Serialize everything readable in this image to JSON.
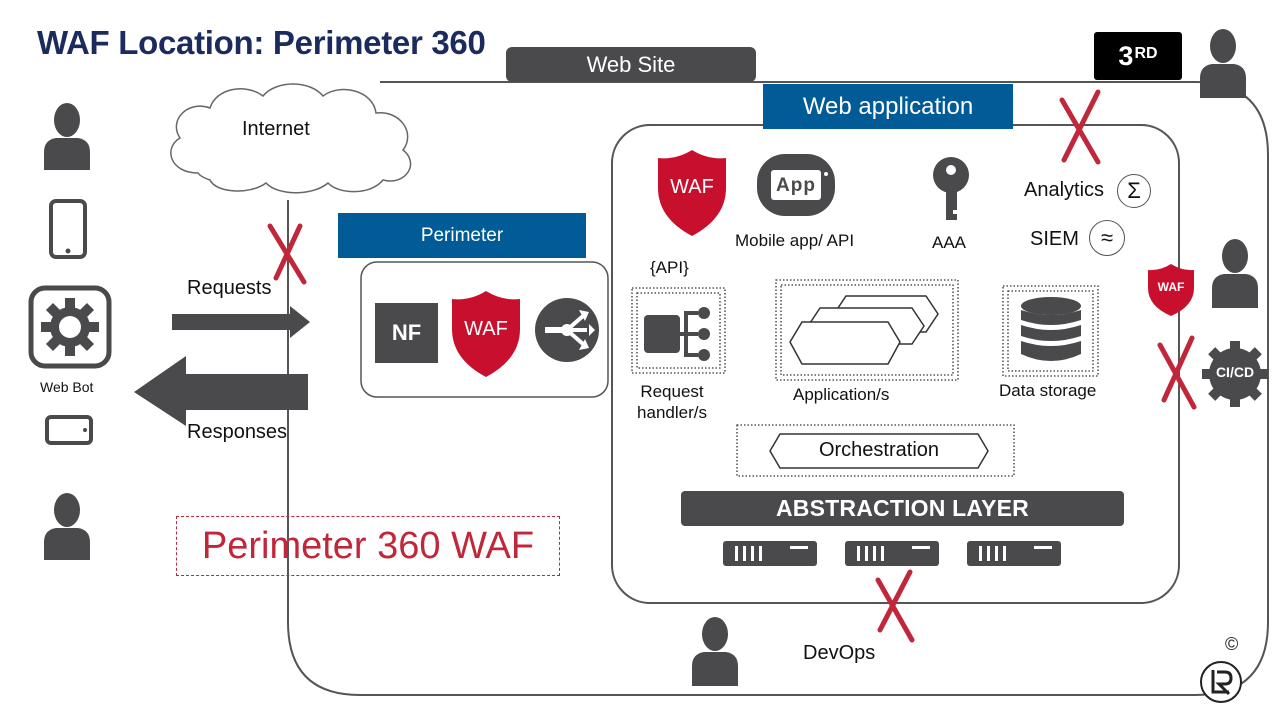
{
  "title": "WAF Location: Perimeter 360",
  "tabs": {
    "web_site": "Web Site",
    "third_party": "3",
    "third_party_suffix": "RD",
    "web_application": "Web application",
    "perimeter": "Perimeter"
  },
  "client": {
    "web_bot_label": "Web Bot"
  },
  "cloud": {
    "label": "Internet"
  },
  "traffic": {
    "requests": "Requests",
    "responses": "Responses"
  },
  "perimeter_box": {
    "nf_label": "NF",
    "waf_label": "WAF"
  },
  "webapp": {
    "waf_label": "WAF",
    "app_icon_text": "App",
    "mobile_label": "Mobile app/ API",
    "aaa_label": "AAA",
    "analytics_label": "Analytics",
    "analytics_symbol": "Σ",
    "siem_label": "SIEM",
    "siem_symbol": "≈",
    "api_label": "{API}",
    "request_handler_line1": "Request",
    "request_handler_line2": "handler/s",
    "applications_label": "Application/s",
    "data_storage_label": "Data storage",
    "orchestration_label": "Orchestration",
    "abstraction_label": "ABSTRACTION LAYER"
  },
  "right_side": {
    "waf_label": "WAF",
    "cicd_label": "CI/CD"
  },
  "bottom": {
    "devops_label": "DevOps",
    "copyright": "©"
  },
  "callout": {
    "perimeter_360_waf": "Perimeter 360 WAF"
  },
  "colors": {
    "title": "#1b2b5e",
    "tab_blue": "#005b96",
    "dark_gray": "#4a4a4c",
    "waf_red": "#c8102e",
    "cross_red": "#c0273a"
  }
}
